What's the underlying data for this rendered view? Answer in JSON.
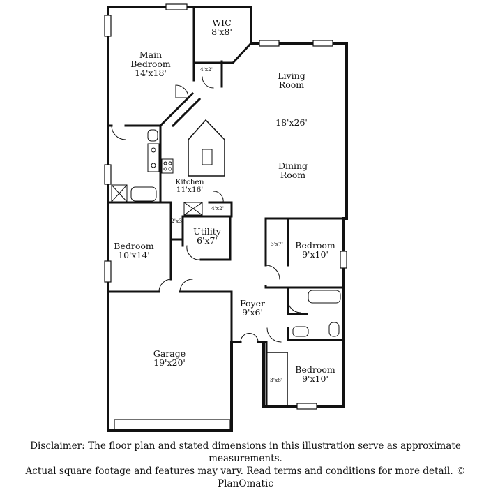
{
  "rooms": {
    "main_bedroom": {
      "name": "Main\nBedroom",
      "size": "14'x18'"
    },
    "wic": {
      "name": "WIC",
      "size": "8'x8'"
    },
    "closet_main": {
      "size": "4'x2'"
    },
    "living_dining": {
      "name_top": "Living\nRoom",
      "size": "18'x26'",
      "name_bottom": "Dining\nRoom"
    },
    "kitchen": {
      "name": "Kitchen",
      "size": "11'x16'"
    },
    "pantry": {
      "size": "4'x2'"
    },
    "linen": {
      "size": "2'x3'"
    },
    "utility": {
      "name": "Utility",
      "size": "6'x7'"
    },
    "bedroom_left": {
      "name": "Bedroom",
      "size": "10'x14'"
    },
    "bedroom_right_top": {
      "name": "Bedroom",
      "size": "9'x10'"
    },
    "closet_right_top": {
      "size": "3'x7'"
    },
    "foyer": {
      "name": "Foyer",
      "size": "9'x6'"
    },
    "garage": {
      "name": "Garage",
      "size": "19'x20'"
    },
    "bedroom_right_bottom": {
      "name": "Bedroom",
      "size": "9'x10'"
    },
    "closet_right_bottom": {
      "size": "3'x8'"
    }
  },
  "disclaimer": {
    "line1": "Disclaimer: The floor plan and stated dimensions in this illustration serve as approximate measurements.",
    "line2": "Actual square footage and features may vary. Read terms and conditions for more detail. © PlanOmatic"
  }
}
